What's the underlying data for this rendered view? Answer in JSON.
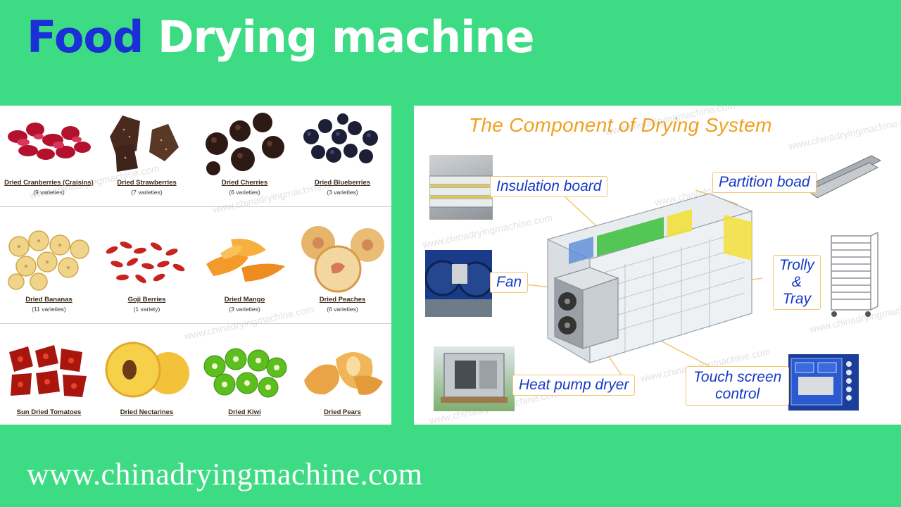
{
  "header": {
    "title_word1": "Food",
    "title_word2": "Drying machine"
  },
  "footer": {
    "url": "www.chinadryingmachine.com"
  },
  "colors": {
    "background": "#3ddc84",
    "title_accent": "#1a2fd6",
    "callout_text": "#1538c8",
    "component_title": "#f0a020"
  },
  "watermark": "www.chinadryingmachine.com",
  "products": [
    {
      "name": "Dried Cranberries (Craisins)",
      "count": "(9 varieties)"
    },
    {
      "name": "Dried Strawberries",
      "count": "(7 varieties)"
    },
    {
      "name": "Dried Cherries",
      "count": "(6 varieties)"
    },
    {
      "name": "Dried Blueberries",
      "count": "(3 varieties)"
    },
    {
      "name": "Dried Bananas",
      "count": "(11 varieties)"
    },
    {
      "name": "Goji Berries",
      "count": "(1 variety)"
    },
    {
      "name": "Dried Mango",
      "count": "(3 varieties)"
    },
    {
      "name": "Dried Peaches",
      "count": "(6 varieties)"
    },
    {
      "name": "Sun Dried Tomatoes",
      "count": ""
    },
    {
      "name": "Dried Nectarines",
      "count": ""
    },
    {
      "name": "Dried Kiwi",
      "count": ""
    },
    {
      "name": "Dried Pears",
      "count": ""
    }
  ],
  "components": {
    "title": "The Component of Drying System",
    "insulation": "Insulation board",
    "partition": "Partition boad",
    "fan": "Fan",
    "trolly_line1": "Trolly",
    "trolly_line2": "&",
    "trolly_line3": "Tray",
    "heat_pump": "Heat pump dryer",
    "touch_line1": "Touch screen",
    "touch_line2": "control"
  }
}
